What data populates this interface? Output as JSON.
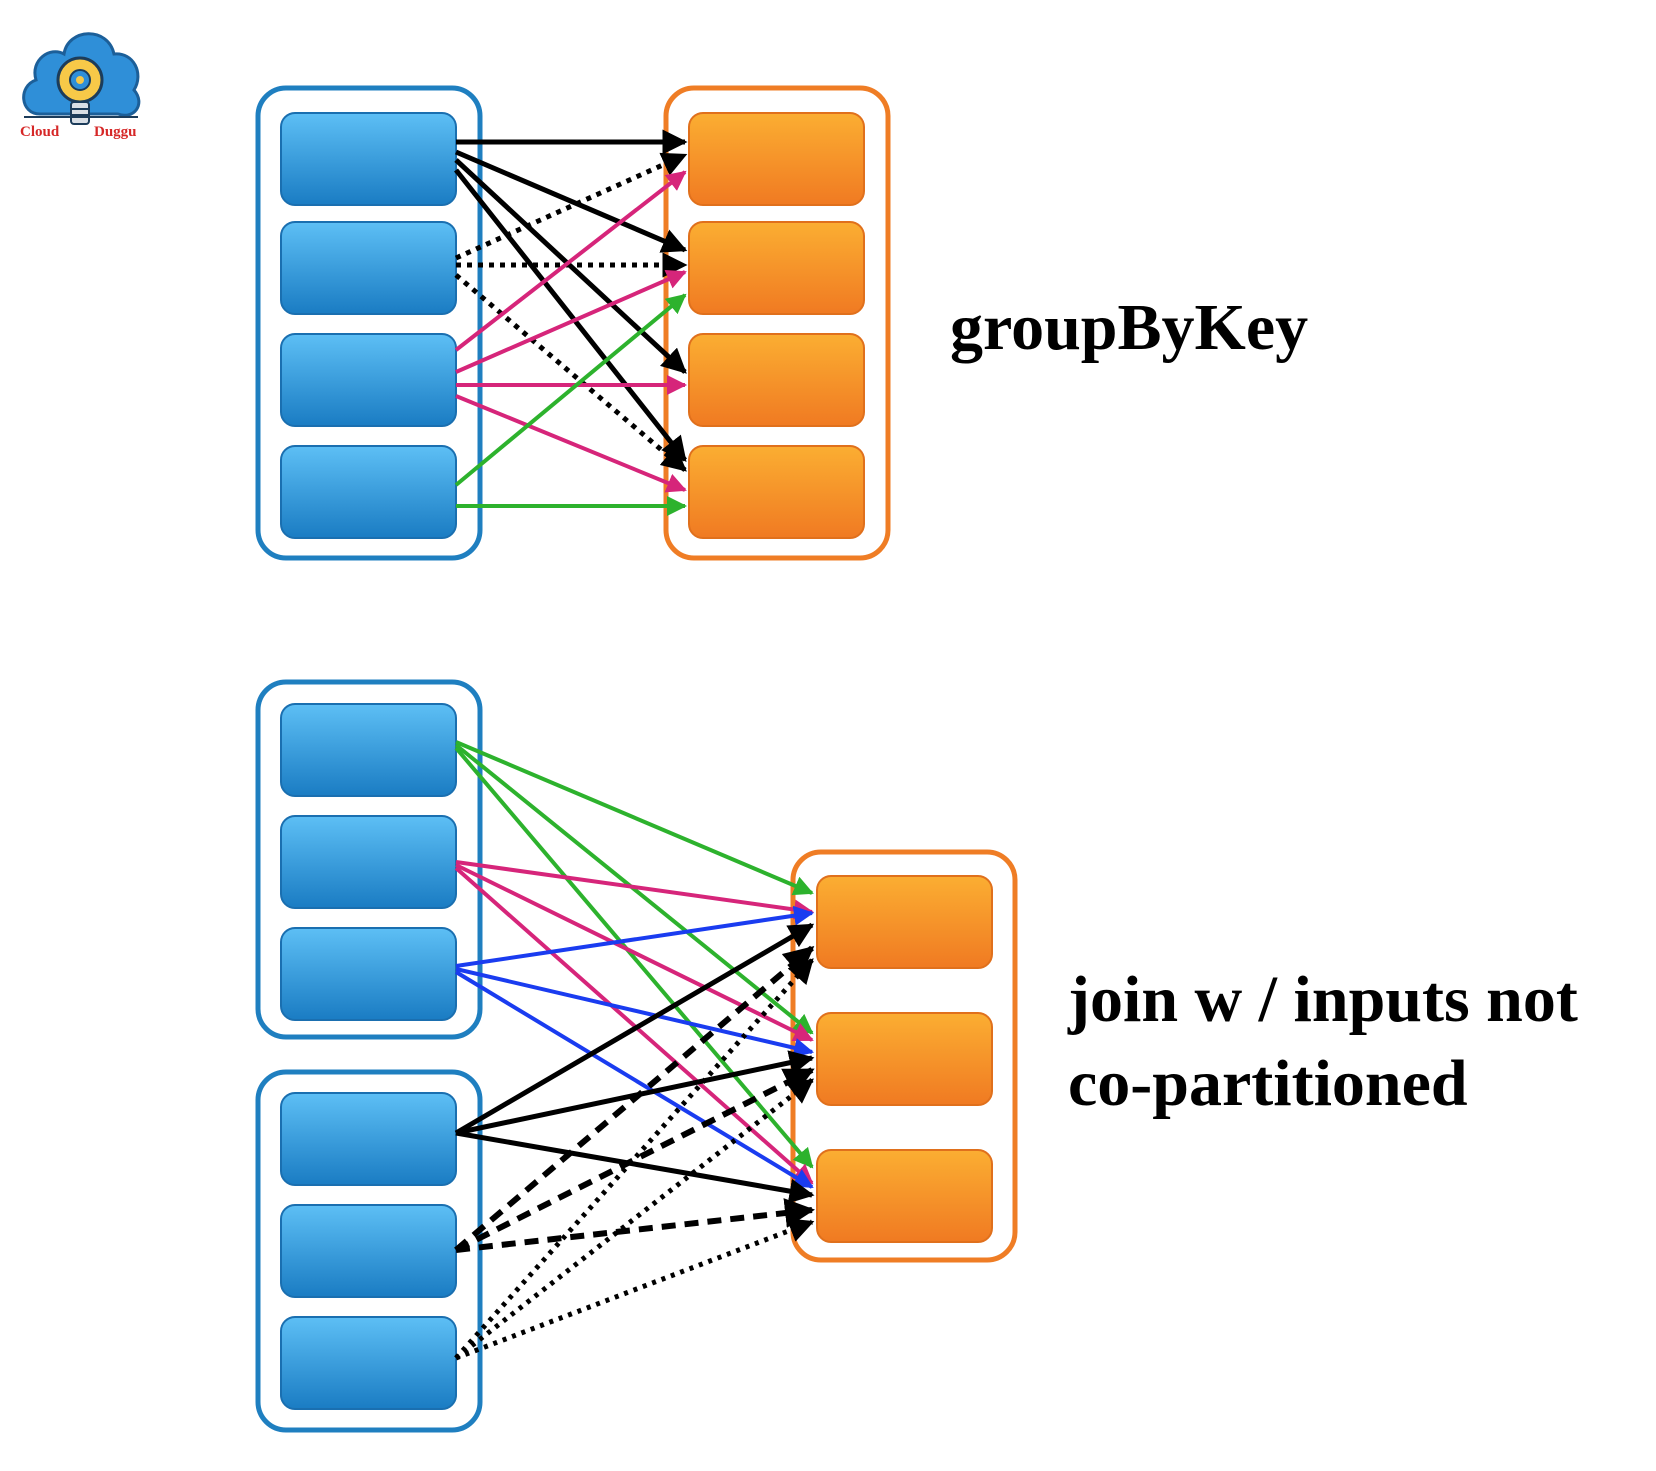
{
  "logo": {
    "brand_left": "Cloud",
    "brand_right": "Duggu",
    "icon": "cloud-lightbulb-icon"
  },
  "captions": {
    "group_by_key": "groupByKey",
    "join_line1": "join w / inputs not",
    "join_line2": "co-partitioned"
  },
  "colors": {
    "parent_partition": "#1d8fd6",
    "child_partition": "#f39a24",
    "black_dep": "#000000",
    "pink_dep": "#d6257a",
    "green_dep": "#2db22d",
    "blue_dep": "#1a3cf0"
  }
}
